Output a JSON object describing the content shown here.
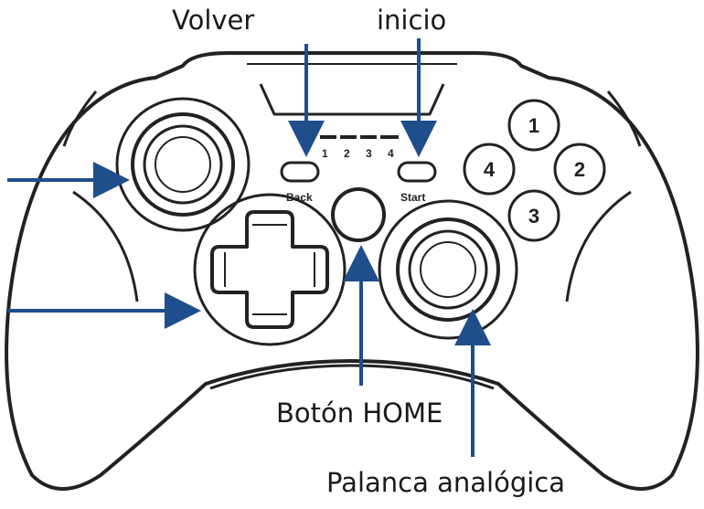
{
  "labels": {
    "back_callout": "Volver",
    "start_callout": "inicio",
    "home_callout": "Botón HOME",
    "stick_callout": "Palanca analógica"
  },
  "controller": {
    "back_label": "Back",
    "start_label": "Start",
    "led_numbers": [
      "1",
      "2",
      "3",
      "4"
    ],
    "face_buttons": [
      "1",
      "4",
      "2",
      "3"
    ]
  },
  "colors": {
    "arrow": "#1f4e8c",
    "outline": "#222222"
  }
}
